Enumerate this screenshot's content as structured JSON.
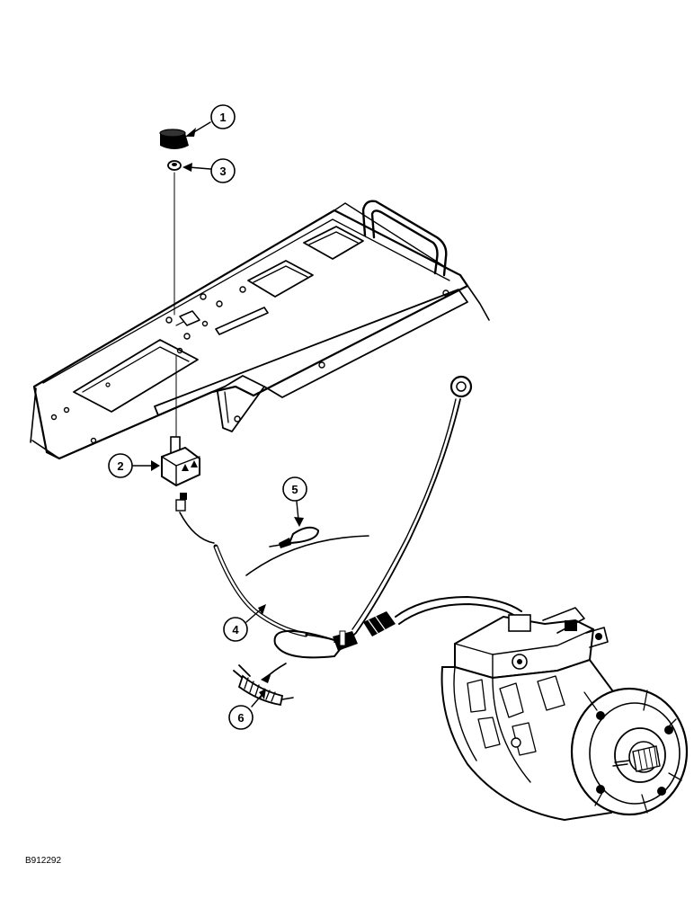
{
  "figure_id": "B912292",
  "callouts": [
    "1",
    "2",
    "3",
    "4",
    "5",
    "6"
  ]
}
